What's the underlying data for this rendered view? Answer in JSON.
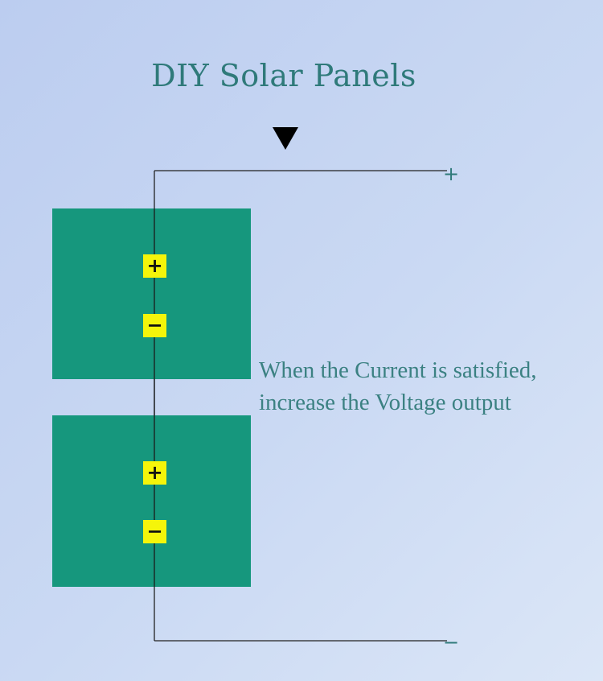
{
  "title": "DIY Solar Panels",
  "terminals": {
    "panel1_positive": "+",
    "panel1_negative": "−",
    "panel2_positive": "+",
    "panel2_negative": "−"
  },
  "outputs": {
    "positive": "+",
    "negative": "−"
  },
  "caption": {
    "line1": "When the Current is satisfied,",
    "line2": "increase the Voltage output"
  },
  "colors": {
    "panel": "#16977d",
    "terminal": "#f5f50a",
    "text": "#2f7a7a"
  }
}
